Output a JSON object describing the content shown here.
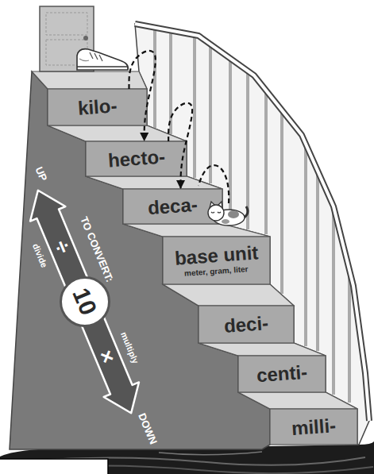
{
  "diagram": {
    "nodes": [
      {
        "text": [
          "kilo-"
        ]
      },
      {
        "text": [
          "hecto-"
        ]
      },
      {
        "text": [
          "deca-"
        ]
      },
      {
        "text": [
          "base unit",
          "meter, gram, liter"
        ]
      },
      {
        "text": [
          "deci-"
        ]
      },
      {
        "text": [
          "centi-"
        ]
      },
      {
        "text": [
          "milli-"
        ]
      },
      {
        "text": [
          "10"
        ]
      }
    ],
    "edges": [
      {
        "from": 0,
        "to": 1,
        "arrow": "to"
      },
      {
        "from": 1,
        "to": 2,
        "arrow": "to"
      }
    ],
    "labels": [
      "UP",
      "divide",
      "÷",
      "TO CONVERT:",
      "×",
      "multiply",
      "DOWN"
    ]
  }
}
